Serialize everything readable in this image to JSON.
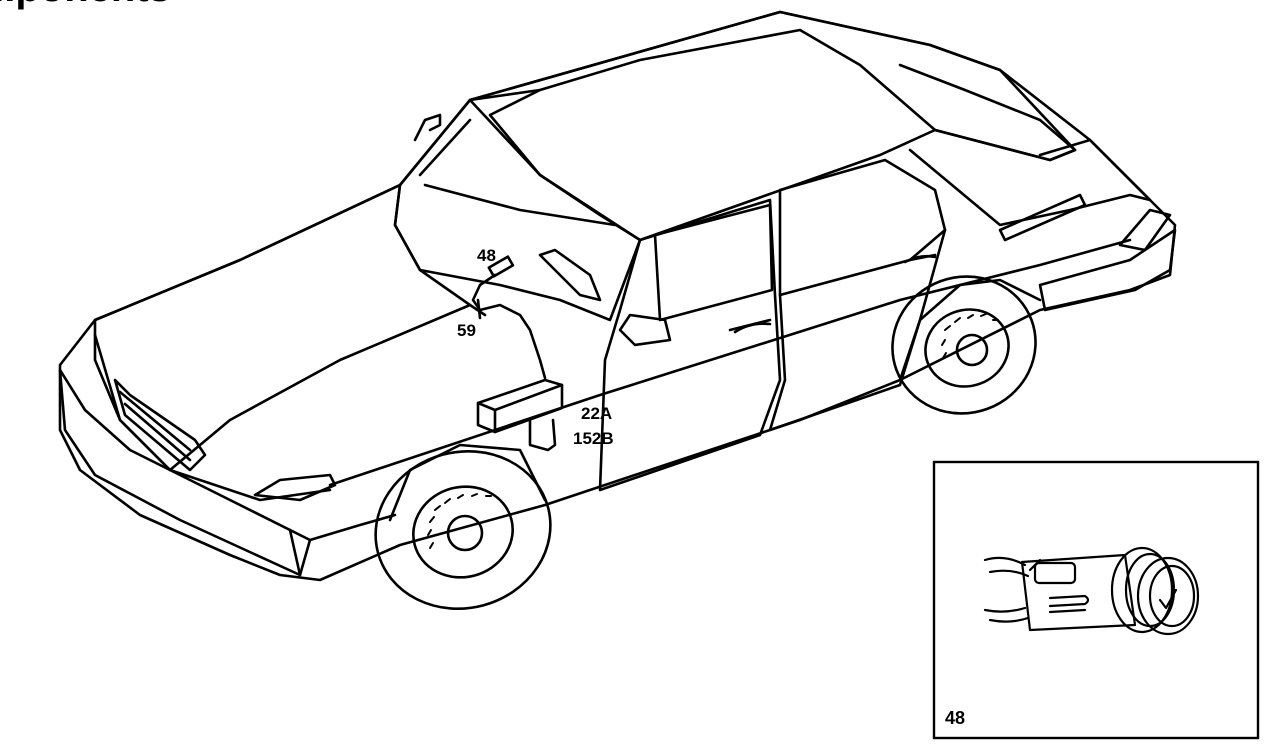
{
  "heading": {
    "text": "...ponents"
  },
  "callouts": {
    "lighter_part": "48",
    "cable_part": "59",
    "control_unit_part_a": "22A",
    "control_unit_part_b": "152B"
  },
  "inset": {
    "label": "48"
  }
}
